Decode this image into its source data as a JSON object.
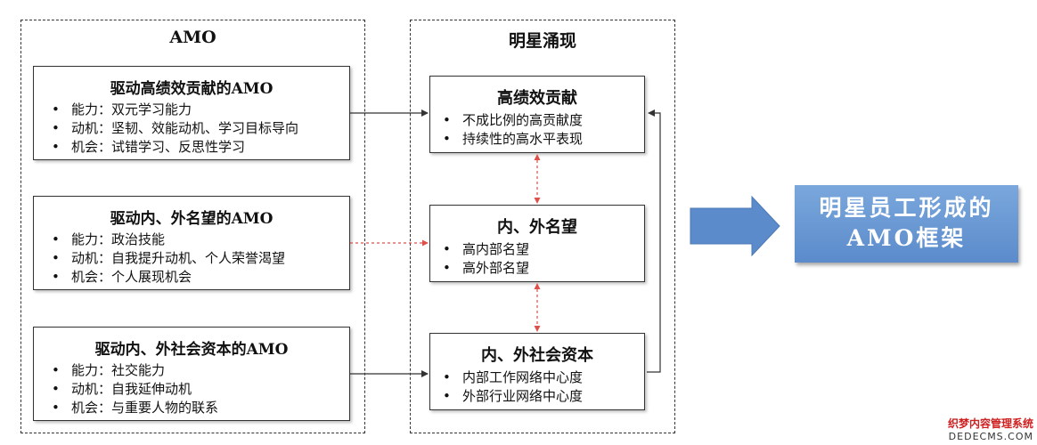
{
  "left_panel": {
    "title": "AMO",
    "boxes": [
      {
        "title": "驱动高绩效贡献的AMO",
        "items": [
          "能力：双元学习能力",
          "动机：坚韧、效能动机、学习目标导向",
          "机会：试错学习、反思性学习"
        ]
      },
      {
        "title": "驱动内、外名望的AMO",
        "items": [
          "能力：政治技能",
          "动机：自我提升动机、个人荣誉渴望",
          "机会：个人展现机会"
        ]
      },
      {
        "title": "驱动内、外社会资本的AMO",
        "items": [
          "能力：社交能力",
          "动机：自我延伸动机",
          "机会：与重要人物的联系"
        ]
      }
    ]
  },
  "mid_panel": {
    "title": "明星涌现",
    "boxes": [
      {
        "title": "高绩效贡献",
        "items": [
          "不成比例的高贡献度",
          "持续性的高水平表现"
        ]
      },
      {
        "title": "内、外名望",
        "items": [
          "高内部名望",
          "高外部名望"
        ]
      },
      {
        "title": "内、外社会资本",
        "items": [
          "内部工作网络中心度",
          "外部行业网络中心度"
        ]
      }
    ]
  },
  "result": {
    "line1": "明星员工形成的",
    "line2": "AMO框架"
  },
  "watermark": {
    "line1": "织梦内容管理系统",
    "line2": "DEDECMS.COM"
  },
  "bullet": "•",
  "colors": {
    "arrow_blue": "#5b8bcb",
    "dotted_red": "#e0504a",
    "line": "#333333"
  }
}
